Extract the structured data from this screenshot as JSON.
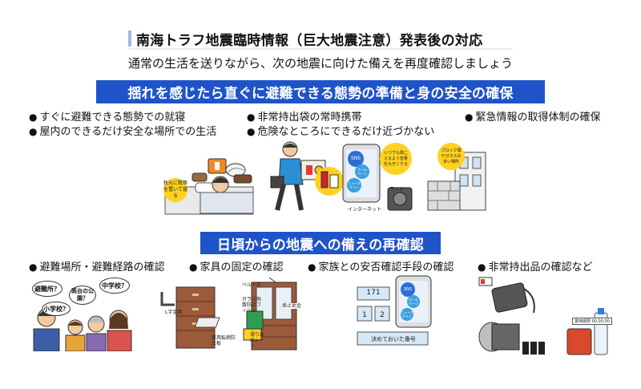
{
  "header": {
    "title": "南海トラフ地震臨時情報（巨大地震注意）発表後の対応",
    "subtitle": "通常の生活を送りながら、次の地震に向けた備えを再度確認しましょう"
  },
  "section1": {
    "banner": "揺れを感じたら直ぐに避難できる態勢の準備と身の安全の確保",
    "items": [
      "すぐに避難できる態勢での就寝",
      "非常持出袋の常時携帯",
      "緊急情報の取得体制の確保",
      "屋内のできるだけ安全な場所での生活",
      "危険なところにできるだけ近づかない"
    ],
    "illus": {
      "bedside_note": "枕元に靴等を置いて寝る",
      "phone_sns": "SNS",
      "phone_app1": "ホーム\nページ",
      "phone_app2": "ニュース\nサイト",
      "volume_note": "いつでも聞こえるよう音量を大きくする",
      "internet_label": "インターネット",
      "radio_label": "ラジオ",
      "wall_note": "ブロック塀やガラスの多い場所"
    }
  },
  "section2": {
    "banner": "日頃からの地震への備えの再確認",
    "items": [
      "避難場所・避難経路の確認",
      "家具の固定の確認",
      "家族との安否確認手段の確認",
      "非常持出品の確認など"
    ],
    "illus": {
      "q1": "避難所？",
      "q2": "高台の公園？",
      "q3": "中学校？",
      "q4": "小学校？",
      "l_bracket": "L字金具",
      "belt": "ベルト式",
      "glass_film": "ガラス飛散防止フィルム",
      "latch": "扉止め金",
      "anti_tip": "家具転倒防止板",
      "non_slip": "滑り止めシート",
      "dial": "171",
      "key1": "1",
      "key2": "2",
      "phone_sns": "SNS",
      "phone_app1": "ホーム\nページ",
      "phone_app2": "ニュース\nサイト",
      "agreed_number": "決めておいた番号",
      "expiry": "賞味期限 00.00.00"
    }
  },
  "colors": {
    "banner": "#1f54c9",
    "callout": "#ffd21f",
    "accent": "#9fb9e6"
  }
}
